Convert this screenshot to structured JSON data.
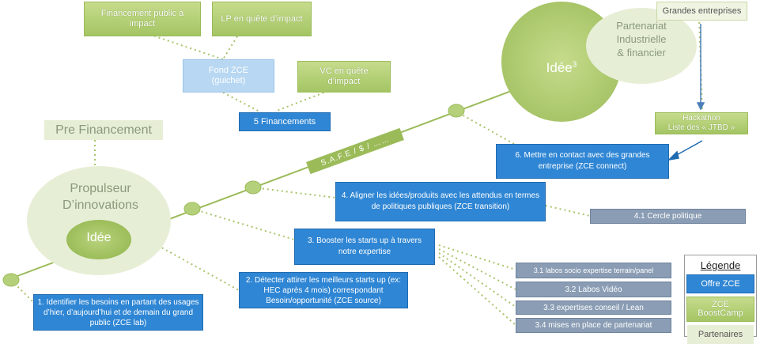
{
  "colors": {
    "offre": "#2f86d4",
    "bootcamp": "#9bbb59",
    "partenaires": "#e7eed6",
    "timeline": "#b5cf7a",
    "grey_box": "#8a9db4"
  },
  "bubbles": {
    "propulseur": "Propulseur\nD’innovations",
    "idee_small": "Idée",
    "idee_big": "Idée",
    "idee_big_sup": "3",
    "partenariat": "Partenariat\nIndustrielle\n& financier",
    "pre_financement": "Pre Financement"
  },
  "funding": {
    "financement_public": "Financement public à impact",
    "lp": "LP en quête d’impact",
    "fond_zce": "Fond ZCE\n(guichet)",
    "vc": "VC en quête\nd’impact",
    "financements": "5 Financements",
    "safe": "S.A.F.E / $ / ……"
  },
  "partners": {
    "grandes_entreprises": "Grandes entreprises",
    "hackathon": "Hackathon\nListe des « JTBD »"
  },
  "steps": {
    "s1": "1. Identifier les besoins en partant des usages d’hier, d’aujourd’hui et de demain du grand public (ZCE lab)",
    "s2": "2. Détecter attirer les meilleurs starts up (ex: HEC après 4 mois) correspondant Besoin/opportunité (ZCE source)",
    "s3": "3. Booster les starts up à travers notre expertise",
    "s4": "4. Aligner les idées/produits avec les attendus en termes de politiques publiques (ZCE transition)",
    "s6": "6. Mettre en contact avec des grandes entreprise (ZCE connect)",
    "s41": "4.1 Cercle politique",
    "s31": "3.1 labos socio expertise terrain/panel",
    "s32": "3.2 Labos Vidéo",
    "s33": "3.3 expertises conseil / Lean",
    "s34": "3.4 mises en place de partenariat"
  },
  "legend": {
    "title": "Légende",
    "offre": "Offre ZCE",
    "bootcamp": "ZCE BoostCamp",
    "partenaires": "Partenaires"
  }
}
